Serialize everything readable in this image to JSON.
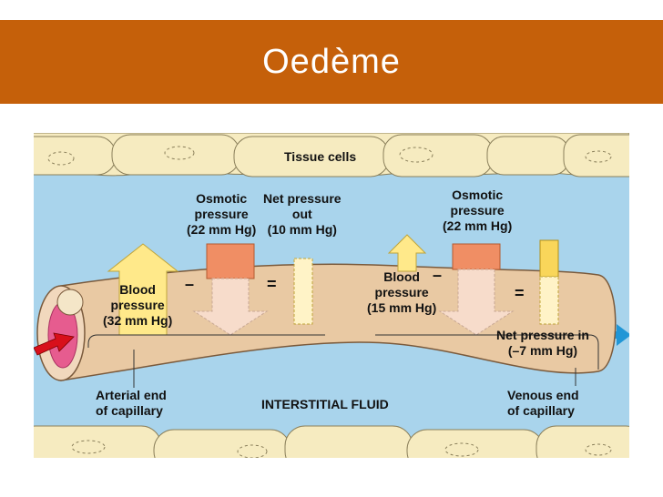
{
  "header": {
    "title": "Oedème"
  },
  "diagram": {
    "tissue_cells": "Tissue cells",
    "interstitial_fluid": "INTERSTITIAL FLUID",
    "arterial": {
      "osmotic": [
        "Osmotic",
        "pressure",
        "(22 mm Hg)"
      ],
      "net_out": [
        "Net pressure",
        "out",
        "(10 mm Hg)"
      ],
      "blood": [
        "Blood",
        "pressure",
        "(32 mm Hg)"
      ],
      "minus": "–",
      "equals": "=",
      "end_label": [
        "Arterial end",
        "of capillary"
      ]
    },
    "venous": {
      "osmotic": [
        "Osmotic",
        "pressure",
        "(22 mm Hg)"
      ],
      "blood": [
        "Blood",
        "pressure",
        "(15 mm Hg)"
      ],
      "minus": "–",
      "equals": "=",
      "net_in": [
        "Net pressure in",
        "(–7 mm Hg)"
      ],
      "end_label": [
        "Venous end",
        "of capillary"
      ]
    }
  },
  "colors": {
    "header": "#c5600a",
    "fluid": "#a9d4ec",
    "cells": "#f6ebc0",
    "vessel": "#e9c9a3",
    "arrow_yellow": "#ffe98a",
    "arrow_light": "#f7dccb",
    "osmotic_block": "#f08e64",
    "net_out_block": "#fff3c7",
    "net_in_block": "#f9d65a",
    "red_arrow": "#d8101b",
    "blue_arrow": "#2196d6",
    "lumen": "#e65c8f"
  }
}
